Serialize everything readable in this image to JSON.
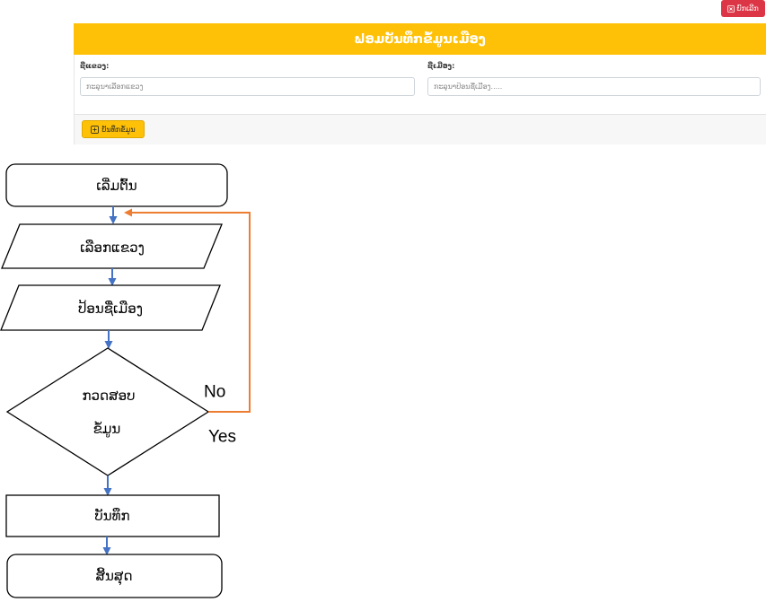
{
  "header": {
    "cancel_label": "ຍົກເລີກ",
    "cancel_icon": "close-square-icon",
    "title": "ຟອມບັນທຶກຂໍ້ມູນເມືອງ"
  },
  "form": {
    "province": {
      "label": "ຊື່ແຂວງ:",
      "value": "",
      "placeholder": "ກະລຸນາເລືອກແຂວງ"
    },
    "district": {
      "label": "ຊື່ເມືອງ:",
      "value": "",
      "placeholder": "ກະລຸນາປ້ອນຊື່ເມືອງ....."
    },
    "save_label": "ບັນທຶກຂໍ້ມູນ",
    "save_icon": "plus-square-icon"
  },
  "flowchart": {
    "start": "ເລີ່ມຕົ້ນ",
    "select_province": "ເລືອກແຂວງ",
    "enter_district": "ປ້ອນຊື່ເມືອງ",
    "check_line1": "ກວດສອບ",
    "check_line2": "ຂໍ້ມູນ",
    "no_label": "No",
    "yes_label": "Yes",
    "save": "ບັນທຶກ",
    "end": "ສິ້ນສຸດ"
  },
  "colors": {
    "accent": "#ffc107",
    "danger": "#dc3545",
    "flow_arrow": "#4472c4",
    "loop_arrow": "#ed7d31"
  }
}
